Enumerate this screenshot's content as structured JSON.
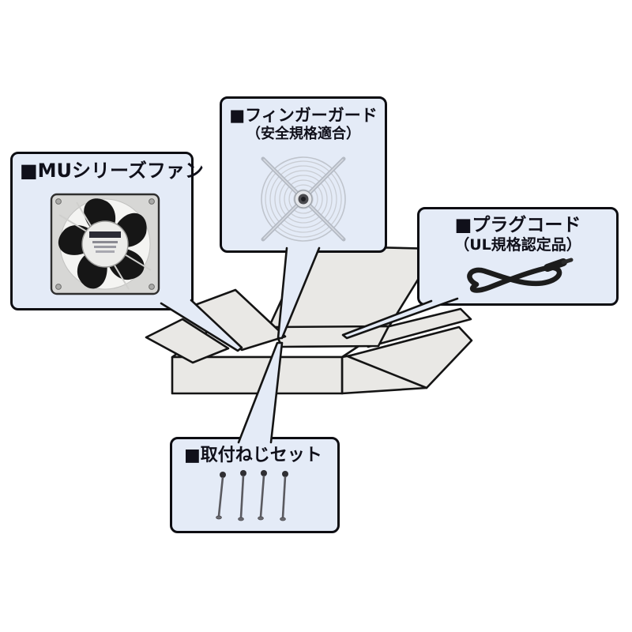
{
  "colors": {
    "page_bg": "#ffffff",
    "callout_bg": "#e4ebf7",
    "callout_border": "#0d0d12",
    "leader_fill": "#e4ebf7",
    "box_fill": "#e9e8e5",
    "line": "#141414",
    "text": "#10101a"
  },
  "callouts": {
    "fan": {
      "title": "■MUシリーズファン",
      "image": "mu-series-axial-fan-photo"
    },
    "finger_guard": {
      "title": "■フィンガーガード",
      "subtitle": "（安全規格適合）",
      "image": "finger-guard-photo"
    },
    "plug_cord": {
      "title": "■プラグコード",
      "subtitle": "（UL規格認定品）",
      "image": "plug-cord-photo"
    },
    "screw_set": {
      "title": "■取付ねじセット",
      "image": "mounting-screw-set-photo"
    }
  },
  "illustration": {
    "name": "open-cardboard-box"
  }
}
